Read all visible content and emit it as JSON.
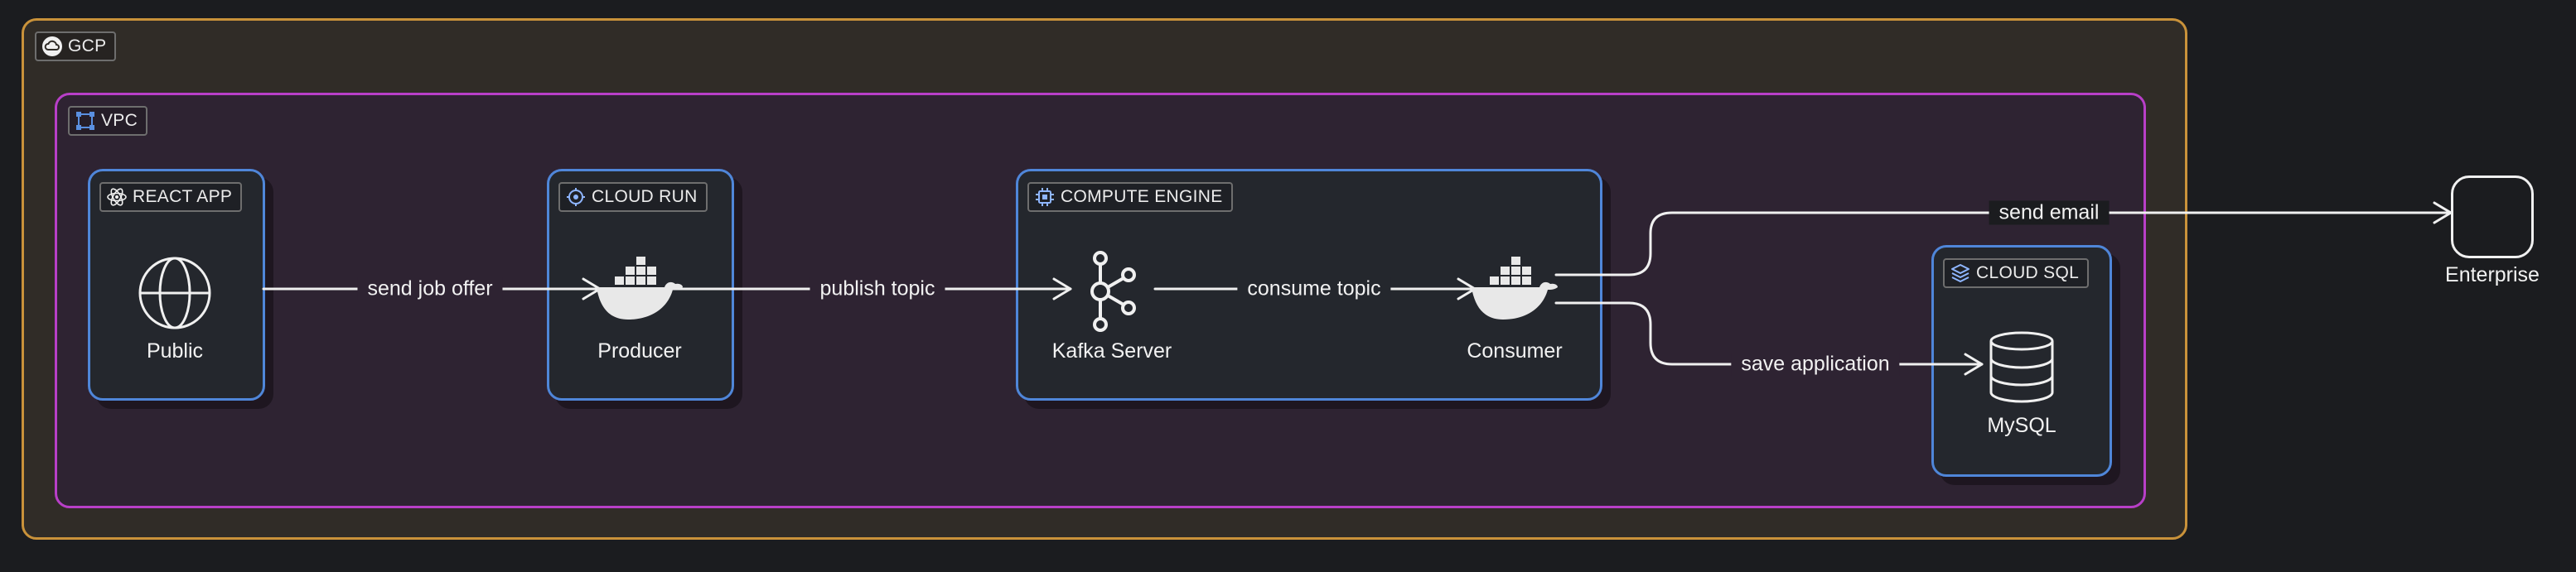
{
  "groups": {
    "gcp": "GCP",
    "vpc": "VPC",
    "react_app": "REACT APP",
    "cloud_run": "CLOUD RUN",
    "compute_engine": "COMPUTE ENGINE",
    "cloud_sql": "CLOUD SQL"
  },
  "nodes": {
    "public": "Public",
    "producer": "Producer",
    "kafka_server": "Kafka Server",
    "consumer": "Consumer",
    "mysql": "MySQL",
    "enterprise": "Enterprise"
  },
  "edges": {
    "send_job_offer": "send job offer",
    "publish_topic": "publish topic",
    "consume_topic": "consume topic",
    "send_email": "send email",
    "save_application": "save application"
  },
  "colors": {
    "gcp_border": "#c9923a",
    "vpc_border": "#b83fc8",
    "service_border": "#4f86d9",
    "edge": "#f0f0f0"
  },
  "icons": {
    "gcp": "cloud-icon",
    "vpc": "vpc-icon",
    "react_app": "react-icon",
    "cloud_run": "cloud-run-icon",
    "compute_engine": "cpu-icon",
    "cloud_sql": "layers-icon",
    "public": "globe-icon",
    "producer": "docker-icon",
    "kafka_server": "kafka-icon",
    "consumer": "docker-icon",
    "mysql": "database-icon"
  }
}
